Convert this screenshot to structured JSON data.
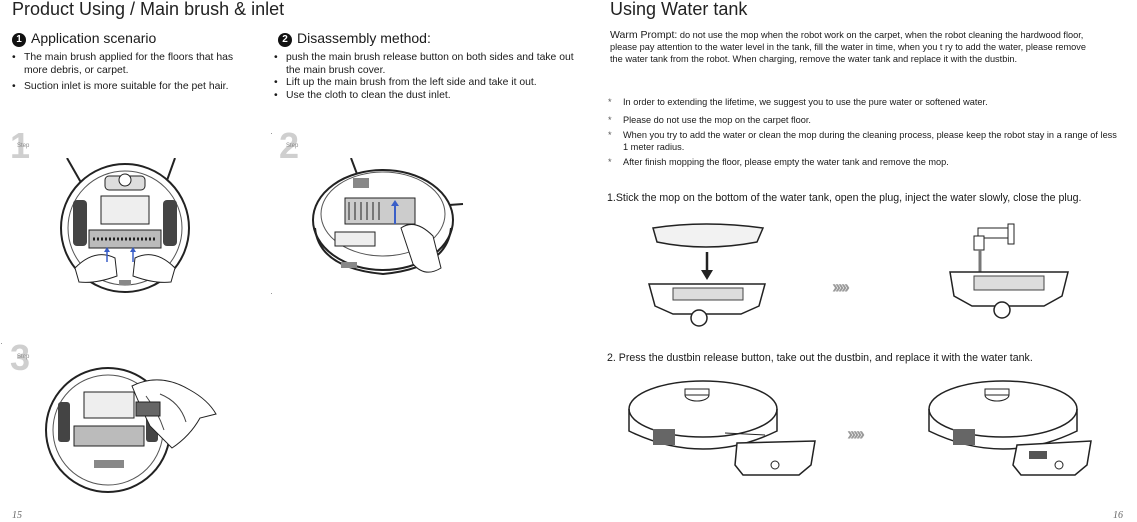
{
  "left_page": {
    "title": "Product Using / Main brush & inlet",
    "section1": {
      "num": "1",
      "heading": "Application scenario",
      "bullets": [
        "The main brush applied for the floors that has more debris, or carpet.",
        "Suction inlet is more suitable for the pet hair."
      ]
    },
    "section2": {
      "num": "2",
      "heading": "Disassembly method:",
      "bullets": [
        "push the main brush release button on both sides and take out the main brush cover.",
        "Lift up the main brush from the left side and take it out.",
        "Use the cloth to clean the dust inlet."
      ]
    },
    "steps": [
      {
        "num": "1",
        "label": "Step"
      },
      {
        "num": "2",
        "label": "Step"
      },
      {
        "num": "3",
        "label": "Step"
      }
    ],
    "page_number": "15"
  },
  "right_page": {
    "title": "Using Water tank",
    "warm_label": "Warm Prompt:",
    "warm_text": "do not use the mop when the robot work on the carpet, when the robot cleaning the hardwood floor, please pay attention to the water level in the tank, fill the water in time, when you t ry to add the water, please remove the water tank from the robot. When charging, remove the water tank and replace it with the dustbin.",
    "notes": [
      "In order to extending the lifetime, we suggest you to use the pure water or softened water.",
      "Please do not use the mop on the carpet floor.",
      "When you try to add the water or clean the mop during the cleaning process, please keep the robot stay in a range of less 1 meter radius.",
      "After finish mopping the floor, please empty the water tank and remove the mop."
    ],
    "instruction1": "1.Stick the mop on the bottom of the water tank, open the plug, inject the water slowly, close the plug.",
    "instruction2": "2. Press the dustbin release button, take out the dustbin, and replace it with the water tank.",
    "arrow_glyph": "›››››",
    "page_number": "16"
  },
  "icons": {
    "bullet": "•",
    "star": "*"
  }
}
